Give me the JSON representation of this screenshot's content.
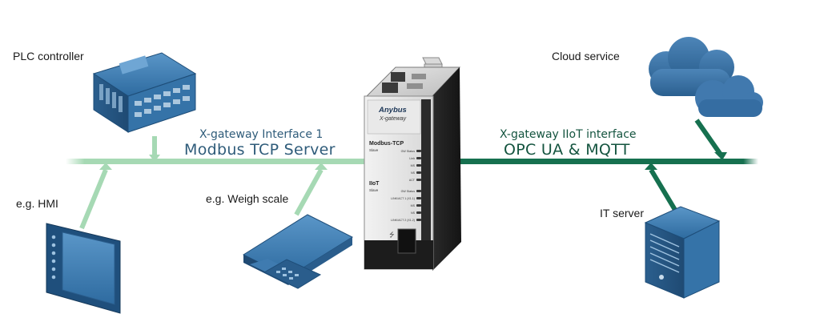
{
  "labels": {
    "plc": "PLC controller",
    "hmi": "e.g. HMI",
    "weigh": "e.g. Weigh scale",
    "cloud": "Cloud service",
    "it_server": "IT server"
  },
  "left_interface": {
    "title": "X-gateway Interface 1",
    "protocol": "Modbus TCP Server"
  },
  "right_interface": {
    "title": "X-gateway IIoT interface",
    "protocol": "OPC UA & MQTT"
  },
  "gateway": {
    "brand": "Anybus",
    "product": "X-gateway",
    "side_a_title": "Modbus-TCP",
    "side_a_sub": "Slave",
    "side_b_title": "IIoT",
    "side_b_sub": "Slave",
    "leds_a": [
      "GW Status",
      "Link",
      "MS",
      "NS",
      "ACT"
    ],
    "leds_b": [
      "GW Status",
      "LINK/ACT 1 (X1.1)",
      "MS",
      "NS",
      "LINK/ACT 2 (X1.2)"
    ]
  },
  "colors": {
    "left_line": "#a6d9b4",
    "right_line": "#16704f",
    "device_blue": "#2d6da3"
  }
}
